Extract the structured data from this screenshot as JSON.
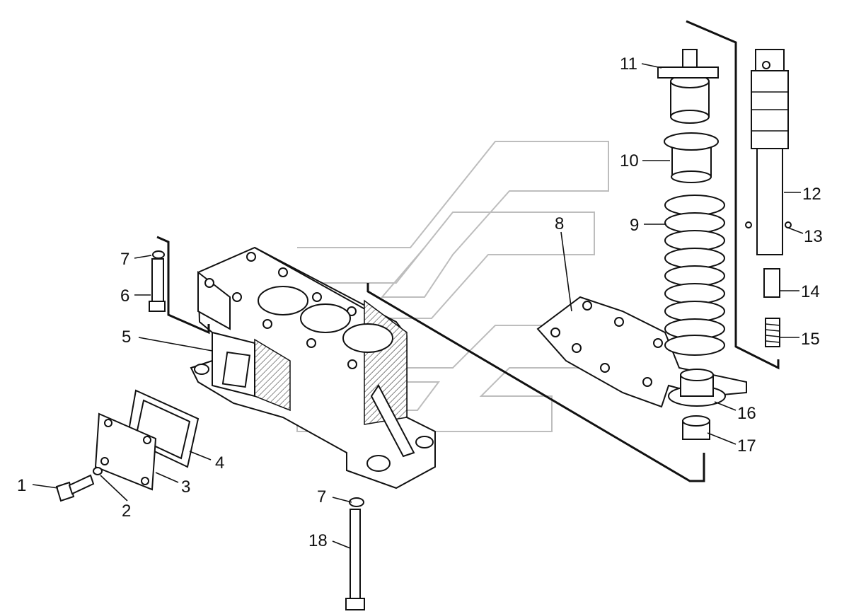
{
  "callouts": {
    "c1": "1",
    "c2": "2",
    "c3": "3",
    "c4": "4",
    "c5": "5",
    "c6": "6",
    "c7a": "7",
    "c7b": "7",
    "c8": "8",
    "c9": "9",
    "c10": "10",
    "c11": "11",
    "c12": "12",
    "c13": "13",
    "c14": "14",
    "c15": "15",
    "c16": "16",
    "c17": "17",
    "c18": "18"
  },
  "colors": {
    "ink": "#111111",
    "watermark": "#bdbdbd",
    "background": "#ffffff"
  }
}
